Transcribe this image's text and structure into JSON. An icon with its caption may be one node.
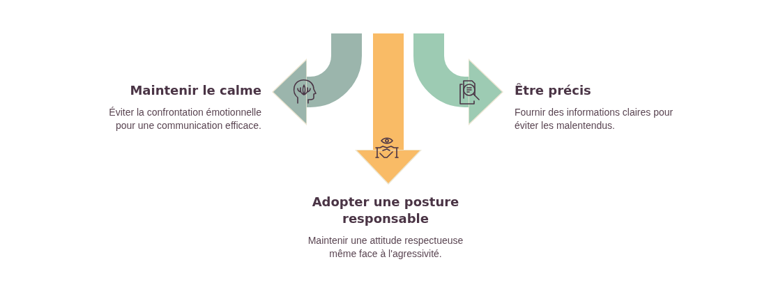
{
  "diagram": {
    "nodes": [
      {
        "text": [
          "Maintenir le calme",
          "Éviter la confrontation émotionnelle pour une communication efficace."
        ]
      },
      {
        "text": [
          "Adopter une posture responsable",
          "Maintenir une attitude respectueuse même face à l'agressivité."
        ]
      },
      {
        "text": [
          "Être précis",
          "Fournir des informations claires pour éviter les malentendus."
        ]
      }
    ],
    "edges": [
      {
        "from": null,
        "to": 0,
        "arrow": "to",
        "color": "#9bb5ac"
      },
      {
        "from": null,
        "to": 1,
        "arrow": "to",
        "color": "#f9bb66"
      },
      {
        "from": null,
        "to": 2,
        "arrow": "to",
        "color": "#9dcbb3"
      }
    ]
  }
}
